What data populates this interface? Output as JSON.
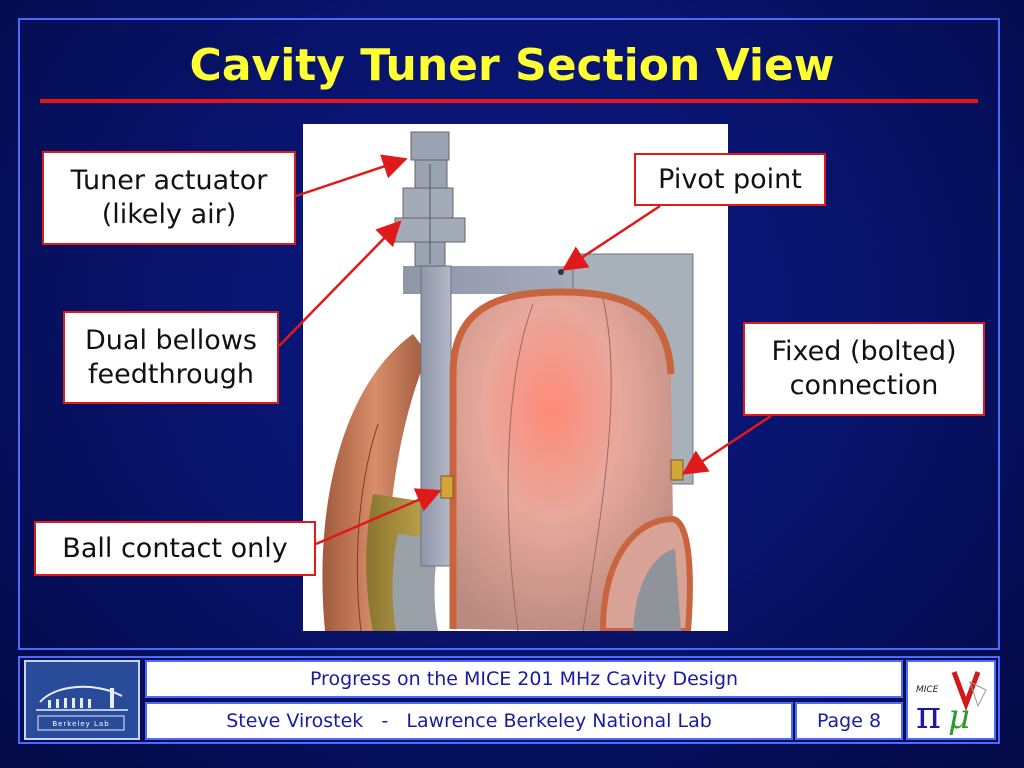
{
  "slide": {
    "title": "Cavity Tuner Section View"
  },
  "callouts": {
    "tuner_actuator": [
      "Tuner actuator",
      "(likely air)"
    ],
    "pivot_point": [
      "Pivot point"
    ],
    "dual_bellows": [
      "Dual bellows",
      "feedthrough"
    ],
    "fixed_connection": [
      "Fixed (bolted)",
      "connection"
    ],
    "ball_contact": [
      "Ball contact only"
    ]
  },
  "footer": {
    "talk_title": "Progress on the MICE 201 MHz Cavity Design",
    "author_line": "Steve Virostek   -   Lawrence Berkeley National Lab",
    "page": "Page 8",
    "lbl_logo_text": "Berkeley Lab",
    "mice_logo_text": "MICE"
  },
  "colors": {
    "background": "#071266",
    "title": "#ffff33",
    "rule": "#e8141c",
    "callout_border": "#e01a1a",
    "footer_text": "#1a1aa6"
  }
}
